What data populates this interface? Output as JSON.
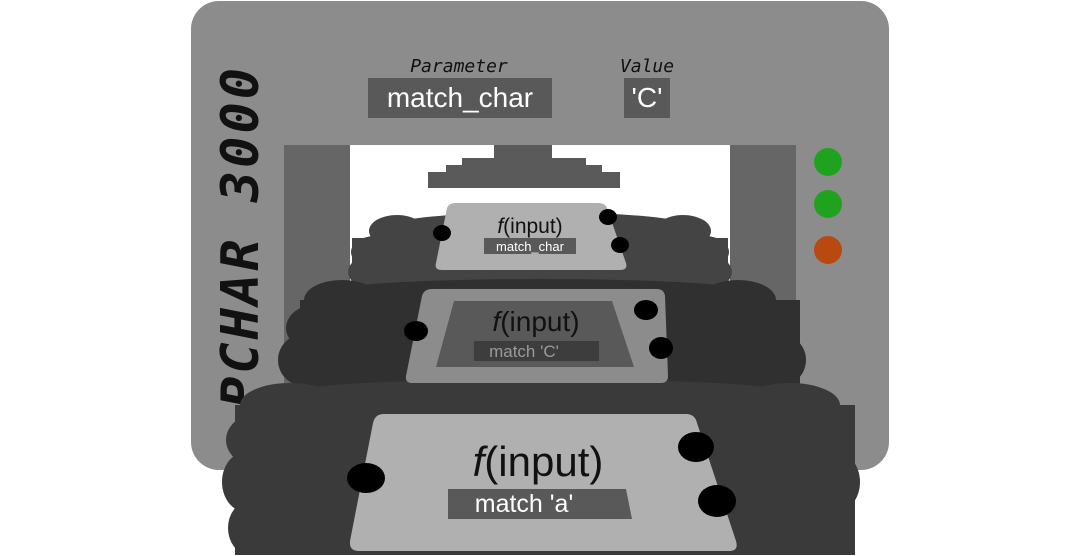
{
  "machine": {
    "title": "PCHAR 3000",
    "parameter_heading": "Parameter",
    "value_heading": "Value",
    "parameter_value": "match_char",
    "value_value": "'C'",
    "indicator_lights": [
      {
        "state": "on",
        "color": "#1fa31f"
      },
      {
        "state": "on",
        "color": "#1fa31f"
      },
      {
        "state": "alert",
        "color": "#b84a10"
      }
    ]
  },
  "cards": [
    {
      "func_prefix": "f",
      "func_suffix": "(input)",
      "label": "match_char"
    },
    {
      "func_prefix": "f",
      "func_suffix": "(input)",
      "label": "match 'C'"
    },
    {
      "func_prefix": "f",
      "func_suffix": "(input)",
      "label": "match 'a'"
    }
  ],
  "colors": {
    "machine_body": "#8c8c8c",
    "label_box": "#595959",
    "conveyor_dark": "#3a3a3a",
    "card_light": "#b0b0b0"
  }
}
